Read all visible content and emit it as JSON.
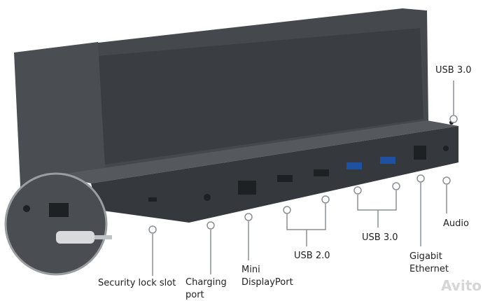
{
  "labels": {
    "usb30_top": "USB 3.0",
    "audio": "Audio",
    "gigabit_ethernet_line1": "Gigabit",
    "gigabit_ethernet_line2": "Ethernet",
    "usb30_bottom": "USB 3.0",
    "usb20": "USB 2.0",
    "mini_displayport_line1": "Mini",
    "mini_displayport_line2": "DisplayPort",
    "charging_port_line1": "Charging",
    "charging_port_line2": "port",
    "security_lock_slot": "Security lock slot"
  },
  "watermark": "Avito",
  "colors": {
    "dock": "#3d4145",
    "callout": "#8a8f94"
  }
}
